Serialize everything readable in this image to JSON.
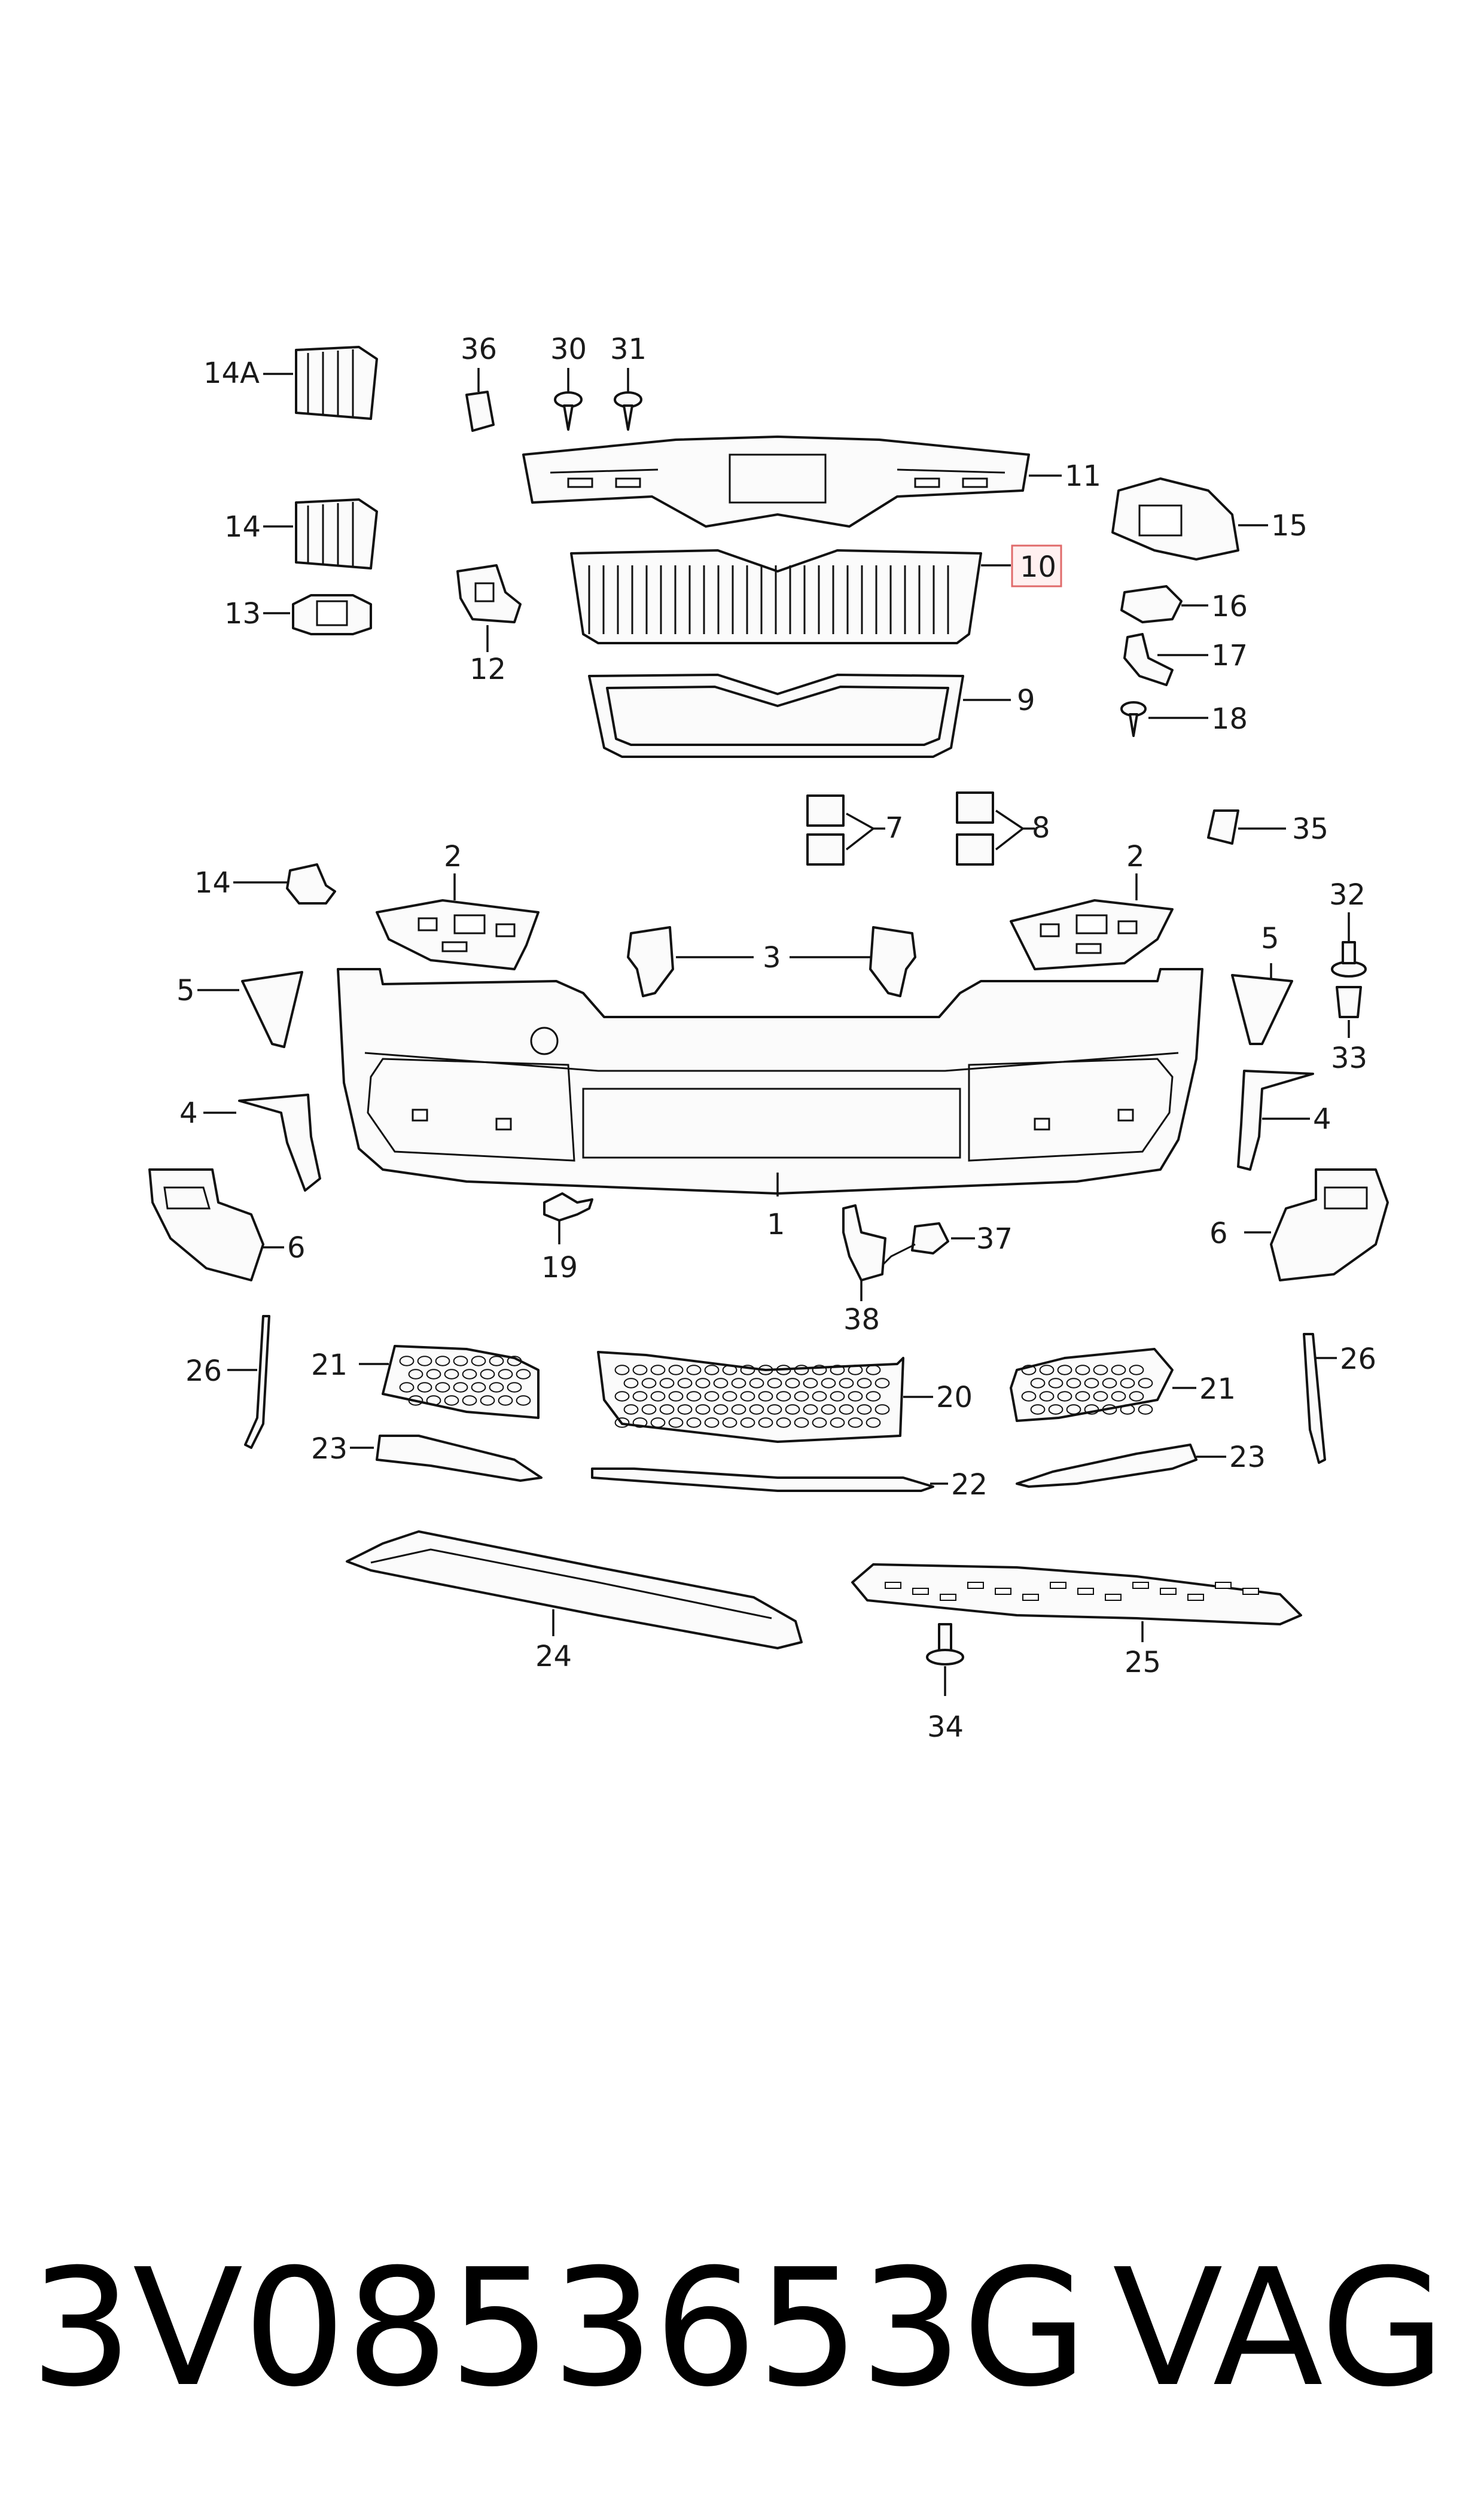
{
  "callouts": {
    "c14A": "14A",
    "c36": "36",
    "c30": "30",
    "c31": "31",
    "c11": "11",
    "c15": "15",
    "c14": "14",
    "c10": "10",
    "c13": "13",
    "c12": "12",
    "c16": "16",
    "c17": "17",
    "c9": "9",
    "c18": "18",
    "c7": "7",
    "c8": "8",
    "c35": "35",
    "c14b": "14",
    "c2l": "2",
    "c2r": "2",
    "c32": "32",
    "c5l": "5",
    "c5r": "5",
    "c3": "3",
    "c33": "33",
    "c4l": "4",
    "c4r": "4",
    "c1": "1",
    "c6l": "6",
    "c6r": "6",
    "c37": "37",
    "c19": "19",
    "c38": "38",
    "c26l": "26",
    "c26r": "26",
    "c21l": "21",
    "c21r": "21",
    "c20": "20",
    "c23l": "23",
    "c23r": "23",
    "c22": "22",
    "c24": "24",
    "c25": "25",
    "c34": "34"
  },
  "footer": {
    "part_number": "3V0853653G",
    "brand": "VAG"
  },
  "highlight": {
    "part": "10",
    "color": "#e06a6a"
  }
}
